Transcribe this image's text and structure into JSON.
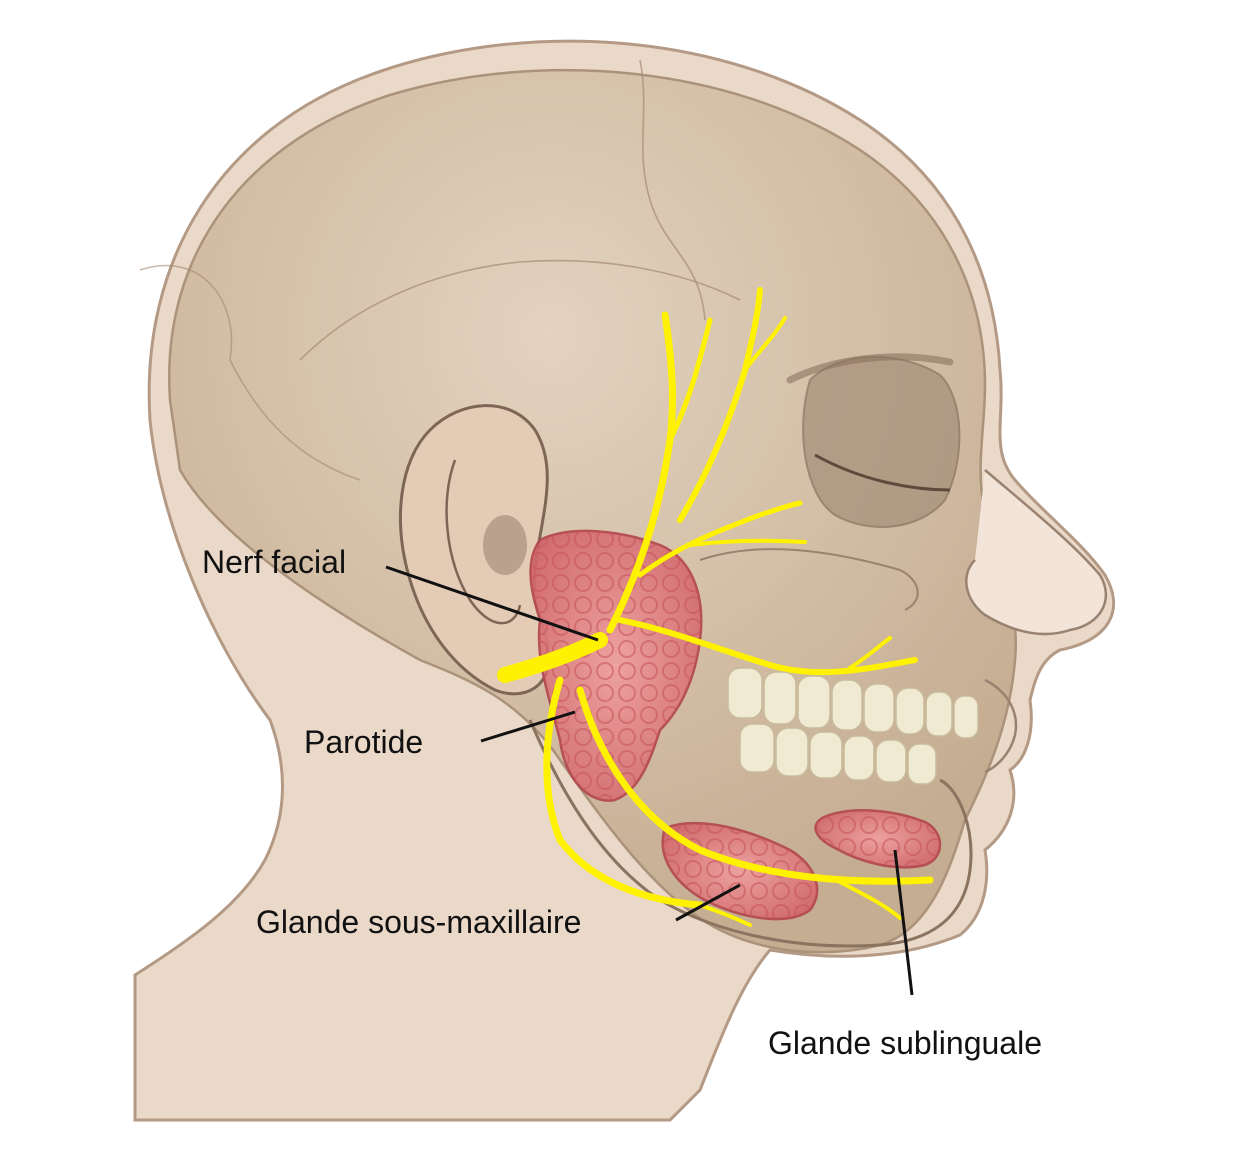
{
  "labels": {
    "facial_nerve": "Nerf facial",
    "parotid": "Parotide",
    "submandibular": "Glande sous-maxillaire",
    "sublingual": "Glande sublinguale"
  },
  "colors": {
    "background": "#ffffff",
    "skin": "#e8d6c6",
    "skull": "#cbb49a",
    "nerve": "#fff200",
    "gland": "#e07a7a",
    "teeth": "#f1ead2",
    "leader_line": "#111111"
  }
}
